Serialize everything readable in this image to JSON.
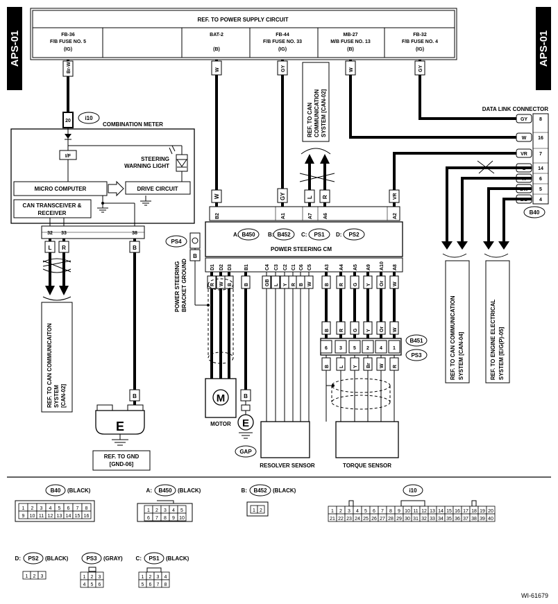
{
  "page_code": "APS-01",
  "figure_id": "WI-61679",
  "power_supply": {
    "title": "REF. TO POWER SUPPLY CIRCUIT",
    "fuses": [
      {
        "name": "FB-36",
        "desc": "F/B FUSE NO. 5",
        "power": "(IG)"
      },
      {
        "name": "BAT-2",
        "desc": "",
        "power": "(B)"
      },
      {
        "name": "FB-44",
        "desc": "F/B FUSE NO. 33",
        "power": "(IG)"
      },
      {
        "name": "MB-27",
        "desc": "M/B FUSE NO. 13",
        "power": "(B)"
      },
      {
        "name": "FB-32",
        "desc": "F/B FUSE NO. 4",
        "power": "(IG)"
      }
    ]
  },
  "supply_wires": [
    "Br-W",
    "W",
    "GY",
    "W",
    "GY"
  ],
  "combination_meter": {
    "title": "COMBINATION METER",
    "connector": "i10",
    "pin": "20",
    "if_label": "I/F",
    "micro": "MICRO COMPUTER",
    "drive": "DRIVE CIRCUIT",
    "can": "CAN TRANSCEIVER & RECEIVER",
    "steering_light": "STEERING WARNING LIGHT",
    "pins": [
      "32",
      "33",
      "38"
    ],
    "wires": [
      "L",
      "R",
      "B"
    ]
  },
  "data_link": {
    "title": "DATA LINK CONNECTOR",
    "connector": "B40",
    "rows": [
      {
        "wire": "GY",
        "pin": "8"
      },
      {
        "wire": "W",
        "pin": "16"
      },
      {
        "wire": "VR",
        "pin": "7"
      },
      {
        "wire": "L",
        "pin": "14"
      },
      {
        "wire": "R",
        "pin": "6"
      },
      {
        "wire": "BW",
        "pin": "5"
      },
      {
        "wire": "BG",
        "pin": "4"
      }
    ]
  },
  "can02_upper": {
    "line1": "REF. TO CAN",
    "line2": "COMMUNICATION",
    "line3": "SYSTEM [CAN-02]",
    "wires": [
      "L",
      "R"
    ]
  },
  "can02_lower": {
    "line1": "REF. TO CAN COMMUNICAITON",
    "line2": "SYSTEM",
    "line3": "[CAN-02]"
  },
  "can04": {
    "line1": "REF. TO CAN COMMUNICATION",
    "line2": "SYSTEM [CAN-04]"
  },
  "eg05": {
    "line1": "REF. TO ENGINE ELECTRICAL",
    "line2": "SYSTEM [E/G(P)-05]"
  },
  "ps_cm": {
    "title": "POWER STEERING CM",
    "top_pins": [
      "B2",
      "A1",
      "A7",
      "A6",
      "A2"
    ],
    "top_wires": [
      "W",
      "GY",
      "L",
      "R",
      "VR"
    ],
    "conn_labels": [
      {
        "prefix": "A:",
        "code": "B450"
      },
      {
        "prefix": "B:",
        "code": "B452"
      },
      {
        "prefix": "C:",
        "code": "PS1"
      },
      {
        "prefix": "D:",
        "code": "PS2"
      }
    ],
    "bottom_pins": [
      "D1",
      "D2",
      "D3",
      "B1",
      "C4",
      "C3",
      "C2",
      "C1",
      "C6",
      "C5",
      "A3",
      "A4",
      "A5",
      "A9",
      "A10",
      "A8"
    ],
    "bottom_wires": [
      "R",
      "W",
      "B",
      "B",
      "GB",
      "L",
      "Y",
      "R",
      "B",
      "W",
      "B",
      "R",
      "G",
      "Y",
      "Or",
      "W"
    ]
  },
  "ps4": {
    "code": "PS4",
    "wire": "B",
    "label_line1": "POWER STEERING",
    "label_line2": "BRACKET GROUND"
  },
  "motor": {
    "symbol": "M",
    "label": "MOTOR"
  },
  "gap": {
    "symbol": "E",
    "wire": "B",
    "label": "GAP"
  },
  "resolver": {
    "label": "RESOLVER SENSOR"
  },
  "torque": {
    "label": "TORQUE SENSOR",
    "conn1": "B451",
    "conn2": "PS3",
    "top_wires": [
      "B",
      "R",
      "G",
      "Y",
      "Or",
      "W"
    ],
    "pins": [
      "6",
      "3",
      "5",
      "2",
      "4",
      "1"
    ],
    "bottom_wires": [
      "B",
      "L",
      "Y",
      "Br",
      "W",
      "R"
    ]
  },
  "ground": {
    "symbol": "E",
    "wire": "B",
    "ref_line1": "REF. TO GND",
    "ref_line2": "[GND-06]"
  },
  "legend": {
    "b40": {
      "code": "B40",
      "color": "(BLACK)",
      "row1": [
        "1",
        "2",
        "3",
        "4",
        "5",
        "6",
        "7",
        "8"
      ],
      "row2": [
        "9",
        "10",
        "11",
        "12",
        "13",
        "14",
        "15",
        "16"
      ]
    },
    "b450": {
      "prefix": "A:",
      "code": "B450",
      "color": "(BLACK)",
      "row1": [
        "1",
        "2",
        "3",
        "4",
        "5"
      ],
      "row2": [
        "6",
        "7",
        "8",
        "9",
        "10"
      ]
    },
    "b452": {
      "prefix": "B:",
      "code": "B452",
      "color": "(BLACK)",
      "row1": [
        "1",
        "2"
      ]
    },
    "i10": {
      "code": "i10",
      "row1": [
        "1",
        "2",
        "3",
        "4",
        "5",
        "6",
        "7",
        "8",
        "9",
        "10",
        "11",
        "12",
        "13",
        "14",
        "15",
        "16",
        "17",
        "18",
        "19",
        "20"
      ],
      "row2": [
        "21",
        "22",
        "23",
        "24",
        "25",
        "26",
        "27",
        "28",
        "29",
        "30",
        "31",
        "32",
        "33",
        "34",
        "35",
        "36",
        "37",
        "38",
        "39",
        "40"
      ]
    },
    "ps2": {
      "prefix": "D:",
      "code": "PS2",
      "color": "(BLACK)",
      "row1": [
        "1",
        "2",
        "3"
      ]
    },
    "ps3": {
      "code": "PS3",
      "color": "(GRAY)",
      "row1": [
        "1",
        "2",
        "3"
      ],
      "row2": [
        "4",
        "5",
        "6"
      ]
    },
    "ps1": {
      "prefix": "C:",
      "code": "PS1",
      "color": "(BLACK)",
      "row1": [
        "1",
        "2",
        "3",
        "4"
      ],
      "row2": [
        "5",
        "6",
        "7",
        "8"
      ]
    }
  }
}
